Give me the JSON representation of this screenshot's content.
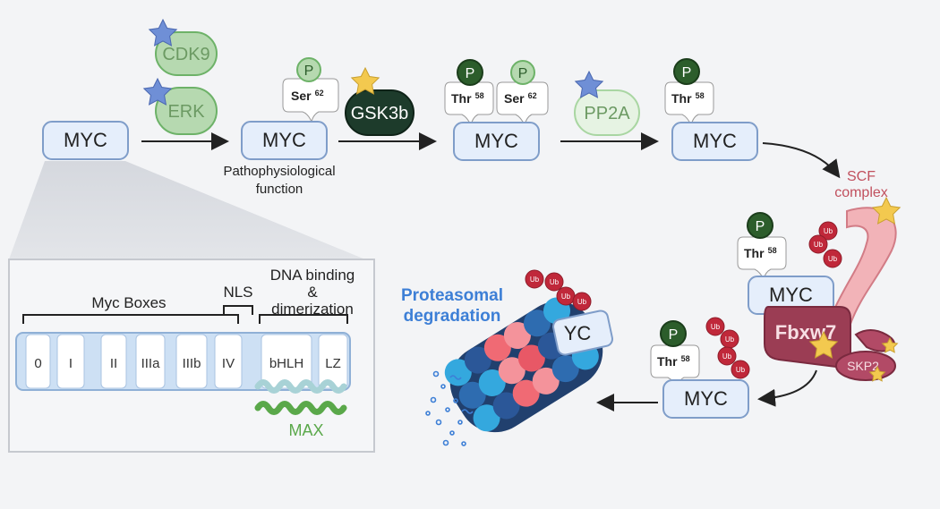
{
  "myc": {
    "box1": "MYC",
    "box2": "MYC",
    "box3": "MYC",
    "box4": "MYC",
    "box5": "MYC",
    "box6": "MYC"
  },
  "kinases": {
    "cdk9": "CDK9",
    "erk": "ERK",
    "gsk3b": "GSK3b",
    "pp2a": "PP2A"
  },
  "phospho": {
    "p_label": "P",
    "ser_label": "Ser",
    "ser_pos": "62",
    "thr_label": "Thr",
    "thr_pos": "58"
  },
  "annotations": {
    "patho_line1": "Pathophysiological",
    "patho_line2": "function",
    "scf_line1": "SCF",
    "scf_line2": "complex",
    "fbxw7": "Fbxw7",
    "skp2": "SKP2",
    "ub": "Ub",
    "proteasome_line1": "Proteasomal",
    "proteasome_line2": "degradation",
    "proteasome_myc": "YC"
  },
  "domains": {
    "myc_boxes_label": "Myc Boxes",
    "nls_label": "NLS",
    "dna_line1": "DNA binding",
    "dna_line2": "&",
    "dna_line3": "dimerization",
    "segments": [
      "0",
      "I",
      "II",
      "IIIa",
      "IIIb",
      "IV",
      "bHLH",
      "LZ"
    ],
    "max_label": "MAX"
  },
  "colors": {
    "myc_fill": "#e5eefb",
    "myc_stroke": "#7f9dc9",
    "kinase_fill": "#b6d9b0",
    "kinase_stroke": "#6db268",
    "kinase_text": "#6c9a63",
    "gsk_fill": "#1d3b2b",
    "phospho_dark": "#2c5d2b",
    "ub_red": "#c0283a",
    "scf_text": "#c1505e",
    "fbxw7": "#9b3d54",
    "proteasome_text": "#3d7fd6",
    "star_blue": "#6f8fd6",
    "star_gold": "#f3c94f",
    "max_green": "#5aa84a"
  }
}
